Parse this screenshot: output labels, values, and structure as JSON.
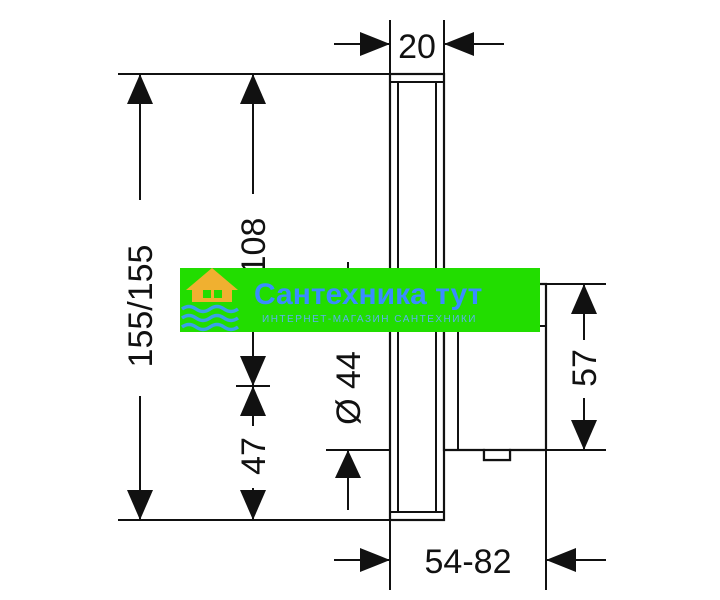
{
  "dimensions": {
    "top_width": "20",
    "total_height": "155/155",
    "upper_height": "108",
    "lower_height": "47",
    "box_height": "57",
    "bottom_width": "54-82",
    "diameter": "Ø 44"
  },
  "watermark": {
    "title": "Сантехника тут",
    "subtitle": "ИНТЕРНЕТ-МАГАЗИН САНТЕХНИКИ",
    "colors": {
      "band": "#22dd00",
      "text": "#3a8cff",
      "logo": "#f0b030",
      "waves": "#3aa0e8"
    }
  },
  "colors": {
    "ink": "#111111",
    "background": "#ffffff"
  }
}
